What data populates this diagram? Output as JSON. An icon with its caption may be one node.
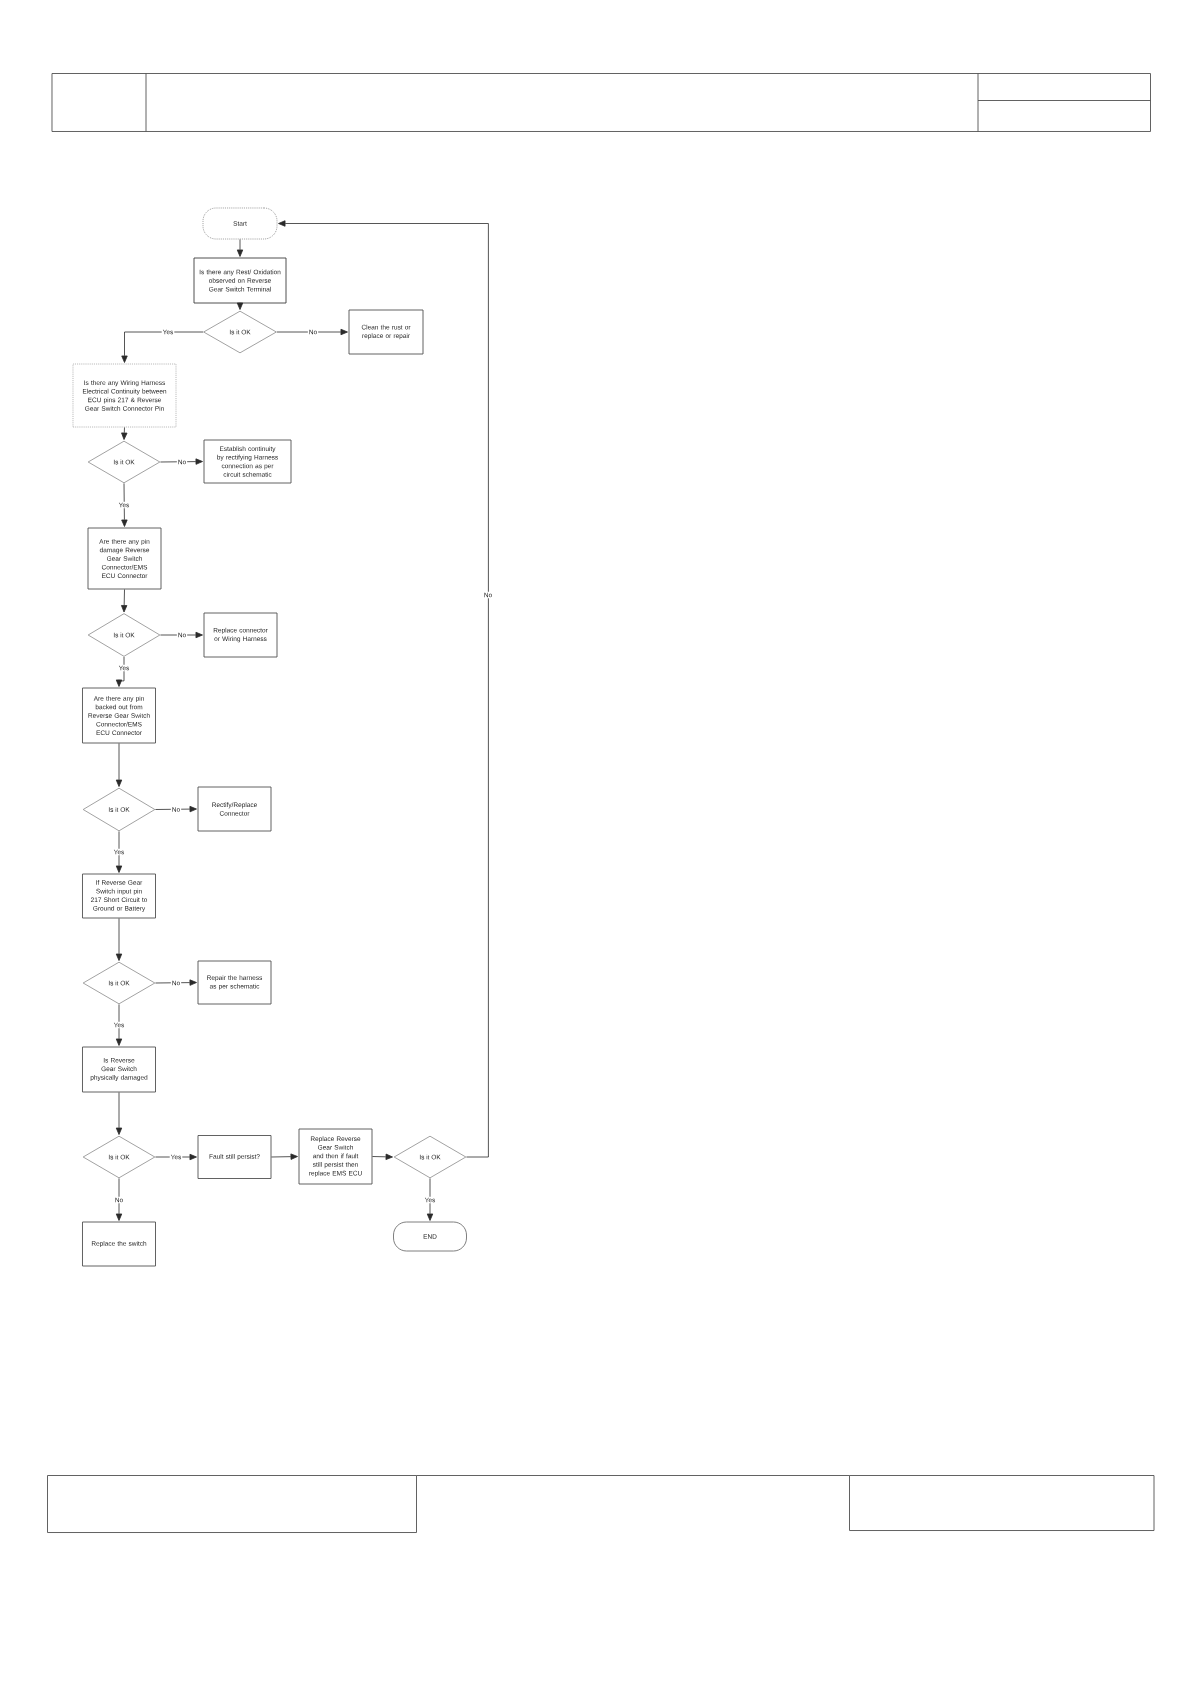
{
  "diagram": {
    "nodes": [
      {
        "text": [
          "Start"
        ]
      },
      {
        "text": [
          "Is there any Rest/ Oxidation observed on Reverse Gear Switch Terminal"
        ]
      },
      {
        "text": [
          "Is it OK"
        ]
      },
      {
        "text": [
          "Clean the rust or replace or repair"
        ]
      },
      {
        "text": [
          "Is there any Wiring Harness Electrical Continuity between ECU pins 217 & Reverse Gear Switch Connector Pin"
        ]
      },
      {
        "text": [
          "Is it OK"
        ]
      },
      {
        "text": [
          "Establish continuity by rectifying Harness connection as per circuit schematic"
        ]
      },
      {
        "text": [
          "Are there any pin damage Reverse Gear Switch Connector/EMS ECU Connector"
        ]
      },
      {
        "text": [
          "Is it OK"
        ]
      },
      {
        "text": [
          "Replace connector or Wiring Harness"
        ]
      },
      {
        "text": [
          "Are there any pin backed out from Reverse Gear Switch Connector/EMS ECU Connector"
        ]
      },
      {
        "text": [
          "Is it OK"
        ]
      },
      {
        "text": [
          "Rectify/Replace Connector"
        ]
      },
      {
        "text": [
          "If Reverse Gear Switch input pin 217 Short Circuit to Ground or Battery"
        ]
      },
      {
        "text": [
          "Is it OK"
        ]
      },
      {
        "text": [
          "Repair the harness as per schematic"
        ]
      },
      {
        "text": [
          "Is Reverse Gear Switch physically damaged"
        ]
      },
      {
        "text": [
          "Is it OK"
        ]
      },
      {
        "text": [
          "Fault still persist?"
        ]
      },
      {
        "text": [
          "Replace Reverse Gear Switch and then if fault still persist then replace EMS ECU"
        ]
      },
      {
        "text": [
          "Is it OK"
        ]
      },
      {
        "text": [
          "END"
        ]
      },
      {
        "text": [
          "Replace the switch"
        ]
      }
    ],
    "edges": [
      {
        "from": 0,
        "to": 1,
        "arrow": "to"
      },
      {
        "from": 1,
        "to": 2,
        "arrow": "to"
      },
      {
        "from": 2,
        "to": 3,
        "arrow": "to",
        "label": "No"
      },
      {
        "from": 2,
        "to": 4,
        "arrow": "to",
        "label": "Yes"
      },
      {
        "from": 4,
        "to": 5,
        "arrow": "to"
      },
      {
        "from": 5,
        "to": 6,
        "arrow": "to",
        "label": "No"
      },
      {
        "from": 5,
        "to": 7,
        "arrow": "to",
        "label": "Yes"
      },
      {
        "from": 7,
        "to": 8,
        "arrow": "to"
      },
      {
        "from": 8,
        "to": 9,
        "arrow": "to",
        "label": "No"
      },
      {
        "from": 8,
        "to": 10,
        "arrow": "to",
        "label": "Yes"
      },
      {
        "from": 10,
        "to": 11,
        "arrow": "to"
      },
      {
        "from": 11,
        "to": 12,
        "arrow": "to",
        "label": "No"
      },
      {
        "from": 11,
        "to": 13,
        "arrow": "to",
        "label": "Yes"
      },
      {
        "from": 13,
        "to": 14,
        "arrow": "to"
      },
      {
        "from": 14,
        "to": 15,
        "arrow": "to",
        "label": "No"
      },
      {
        "from": 14,
        "to": 16,
        "arrow": "to",
        "label": "Yes"
      },
      {
        "from": 16,
        "to": 17,
        "arrow": "to"
      },
      {
        "from": 17,
        "to": 18,
        "arrow": "to",
        "label": "Yes"
      },
      {
        "from": 17,
        "to": 22,
        "arrow": "to",
        "label": "No"
      },
      {
        "from": 18,
        "to": 19,
        "arrow": "to"
      },
      {
        "from": 19,
        "to": 20,
        "arrow": "to"
      },
      {
        "from": 20,
        "to": 21,
        "arrow": "to",
        "label": "Yes"
      },
      {
        "from": 20,
        "to": 0,
        "arrow": "to",
        "label": "No"
      }
    ]
  }
}
